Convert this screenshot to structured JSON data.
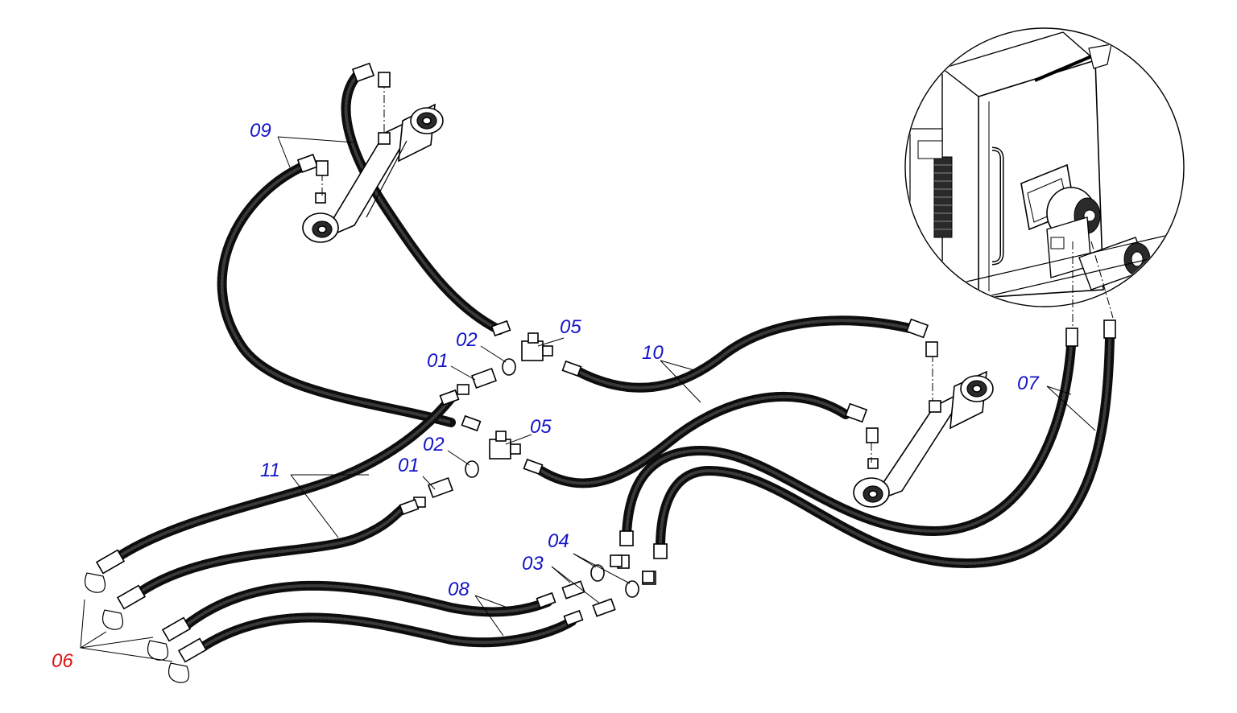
{
  "callouts": {
    "c01a": "01",
    "c01b": "01",
    "c02a": "02",
    "c02b": "02",
    "c03": "03",
    "c04": "04",
    "c05a": "05",
    "c05b": "05",
    "c06": "06",
    "c07": "07",
    "c08": "08",
    "c09": "09",
    "c10": "10",
    "c11": "11"
  },
  "colors": {
    "callout_blue": "#1414c8",
    "callout_red": "#e01010",
    "hose": "#0d0d0d",
    "line": "#000000"
  }
}
